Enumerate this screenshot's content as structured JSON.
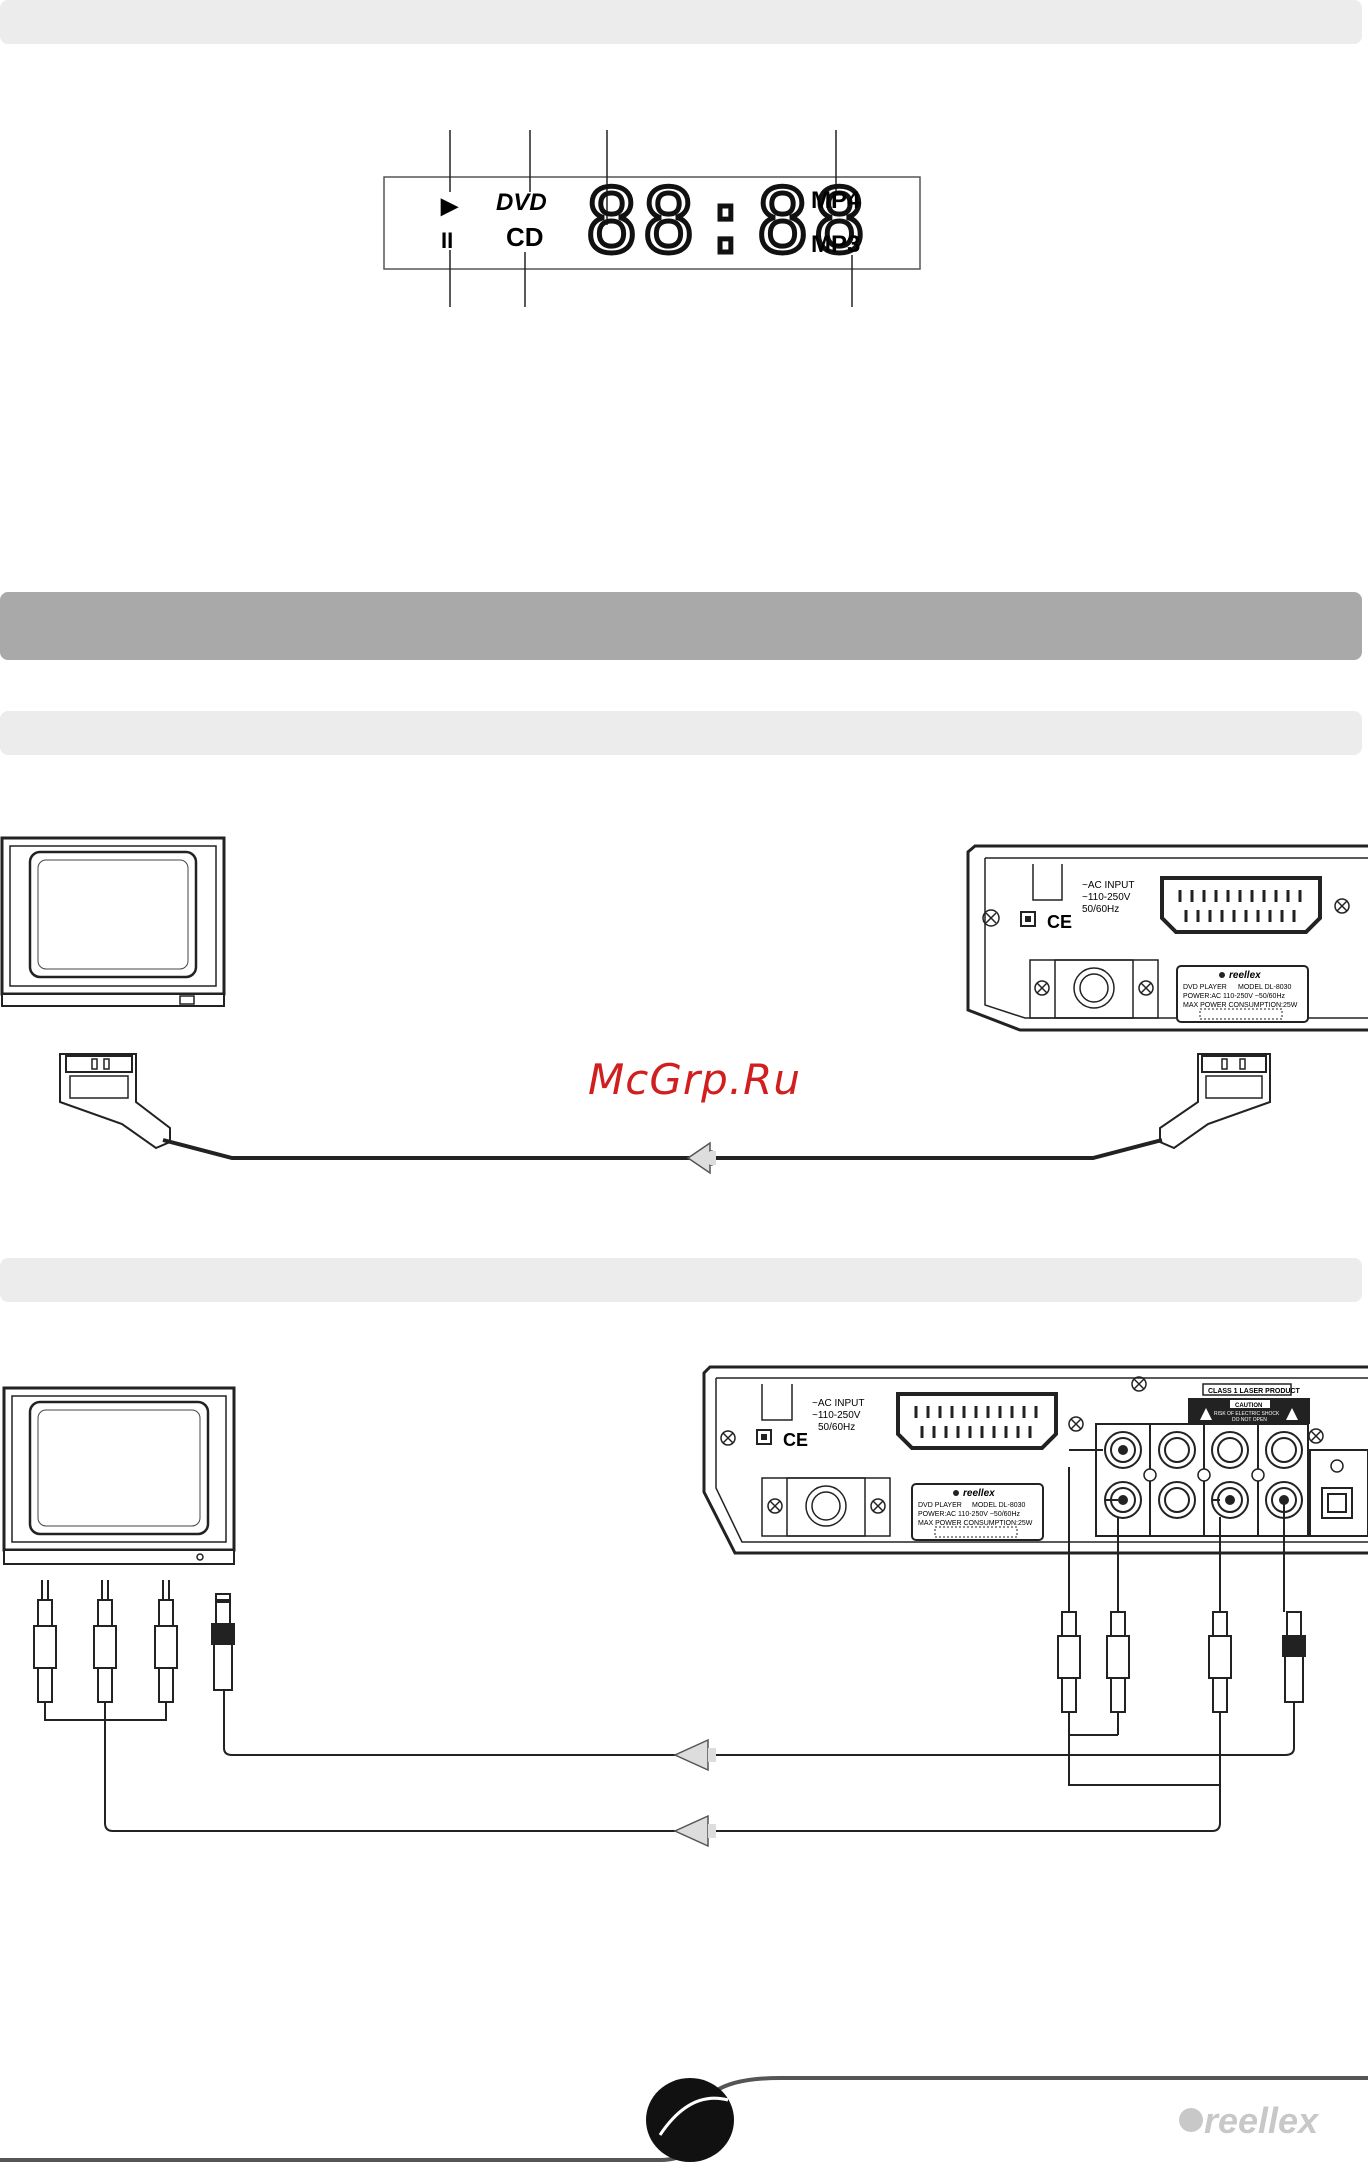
{
  "display": {
    "play_symbol": "▶",
    "pause_symbol": "II",
    "dvd_logo": "DVD",
    "cd_label": "CD",
    "time_digits": "88:88",
    "mp4_label": "MP4",
    "mp3_label": "MP3"
  },
  "watermark": "McGrp.Ru",
  "player_panel_1": {
    "ac_input": "~AC INPUT",
    "voltage": "~110-250V",
    "frequency": "50/60Hz",
    "ce_mark": "CE",
    "brand": "reellex",
    "product": "DVD PLAYER",
    "model": "MODEL DL-8030",
    "power": "POWER:AC 110-250V ~50/60Hz",
    "max_power": "MAX POWER CONSUMPTION:25W"
  },
  "player_panel_2": {
    "ac_input": "~AC INPUT",
    "voltage": "~110-250V",
    "frequency": "50/60Hz",
    "ce_mark": "CE",
    "brand": "reellex",
    "product": "DVD PLAYER",
    "model": "MODEL DL-8030",
    "power": "POWER:AC 110-250V ~50/60Hz",
    "max_power": "MAX POWER CONSUMPTION:25W",
    "laser_label": "CLASS 1 LASER PRODUCT",
    "caution": "CAUTION",
    "caution_text": "RISK OF ELECTRIC SHOCK",
    "do_not_open": "DO NOT OPEN"
  },
  "footer": {
    "brand": "reellex"
  }
}
